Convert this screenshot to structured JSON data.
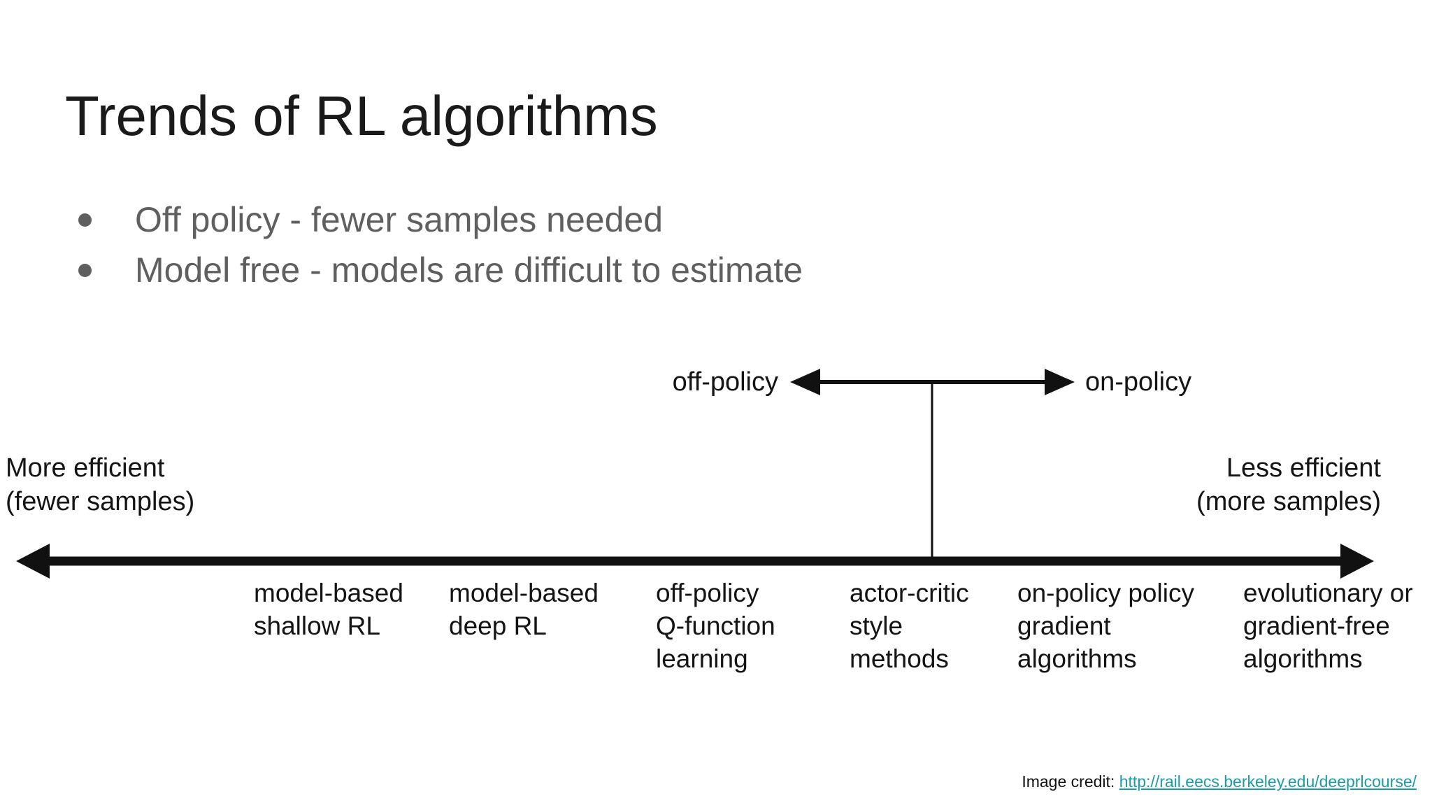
{
  "slide": {
    "title": "Trends of RL algorithms",
    "bullets": [
      "Off policy - fewer samples needed",
      "Model free - models are difficult to estimate"
    ]
  },
  "diagram": {
    "policy_axis": {
      "left": "off-policy",
      "right": "on-policy"
    },
    "efficiency": {
      "left": [
        "More efficient",
        "(fewer samples)"
      ],
      "right": [
        "Less efficient",
        "(more samples)"
      ]
    },
    "algorithms": [
      {
        "lines": [
          "model-based",
          "shallow RL"
        ]
      },
      {
        "lines": [
          "model-based",
          "deep RL"
        ]
      },
      {
        "lines": [
          "off-policy",
          "Q-function",
          "learning"
        ]
      },
      {
        "lines": [
          "actor-critic",
          "style",
          "methods"
        ]
      },
      {
        "lines": [
          "on-policy policy",
          "gradient",
          "algorithms"
        ]
      },
      {
        "lines": [
          "evolutionary or",
          "gradient-free",
          "algorithms"
        ]
      }
    ]
  },
  "footer": {
    "credit_label": "Image credit: ",
    "credit_url": "http://rail.eecs.berkeley.edu/deeprlcourse/"
  },
  "colors": {
    "title_text": "#1a1a1a",
    "bullet_text": "#5f5f5f",
    "diagram_text": "#141414",
    "arrow": "#111111",
    "link": "#1b9aaa",
    "background": "#ffffff"
  }
}
